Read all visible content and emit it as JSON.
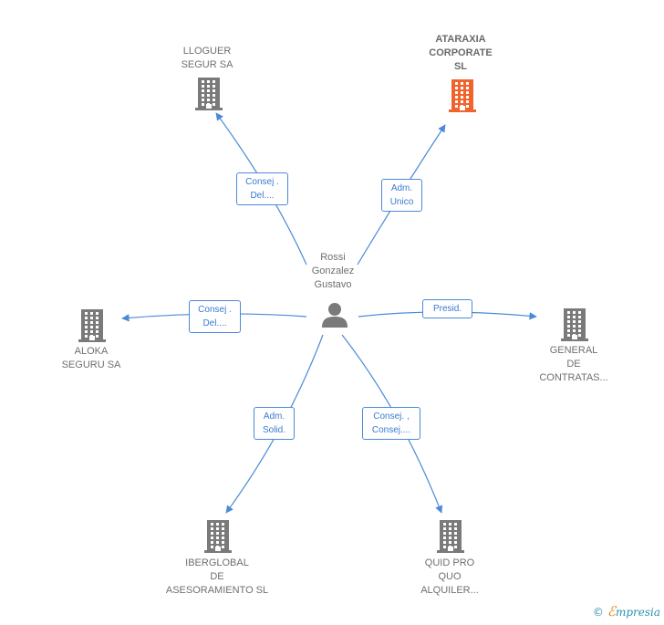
{
  "colors": {
    "edge": "#4a8ad8",
    "building": "#7a7a7a",
    "building_highlight": "#f0632d",
    "text": "#6f6f6f"
  },
  "center": {
    "name_lines": [
      "Rossi",
      "Gonzalez",
      "Gustavo"
    ],
    "icon": "person-icon"
  },
  "companies": [
    {
      "id": "lloguer",
      "lines": [
        "LLOGUER",
        "SEGUR SA"
      ],
      "highlight": false,
      "icon": "building-icon"
    },
    {
      "id": "ataraxia",
      "lines": [
        "ATARAXIA",
        "CORPORATE",
        "SL"
      ],
      "highlight": true,
      "icon": "building-icon"
    },
    {
      "id": "aloka",
      "lines": [
        "ALOKA",
        "SEGURU SA"
      ],
      "highlight": false,
      "icon": "building-icon"
    },
    {
      "id": "general",
      "lines": [
        "GENERAL",
        "DE",
        "CONTRATAS..."
      ],
      "highlight": false,
      "icon": "building-icon"
    },
    {
      "id": "iberglobal",
      "lines": [
        "IBERGLOBAL",
        "DE",
        "ASESORAMIENTO SL"
      ],
      "highlight": false,
      "icon": "building-icon"
    },
    {
      "id": "quid",
      "lines": [
        "QUID PRO",
        "QUO",
        "ALQUILER..."
      ],
      "highlight": false,
      "icon": "building-icon"
    }
  ],
  "relations": [
    {
      "to": "lloguer",
      "lines": [
        "Consej .",
        "Del...."
      ]
    },
    {
      "to": "ataraxia",
      "lines": [
        "Adm.",
        "Unico"
      ]
    },
    {
      "to": "aloka",
      "lines": [
        "Consej .",
        "Del...."
      ]
    },
    {
      "to": "general",
      "lines": [
        "Presid."
      ]
    },
    {
      "to": "iberglobal",
      "lines": [
        "Adm.",
        "Solid."
      ]
    },
    {
      "to": "quid",
      "lines": [
        "Consej. ,",
        "Consej...."
      ]
    }
  ],
  "footer": {
    "copyright_symbol": "©",
    "brand_initial": "ℰ",
    "brand_rest": "mpresia"
  }
}
